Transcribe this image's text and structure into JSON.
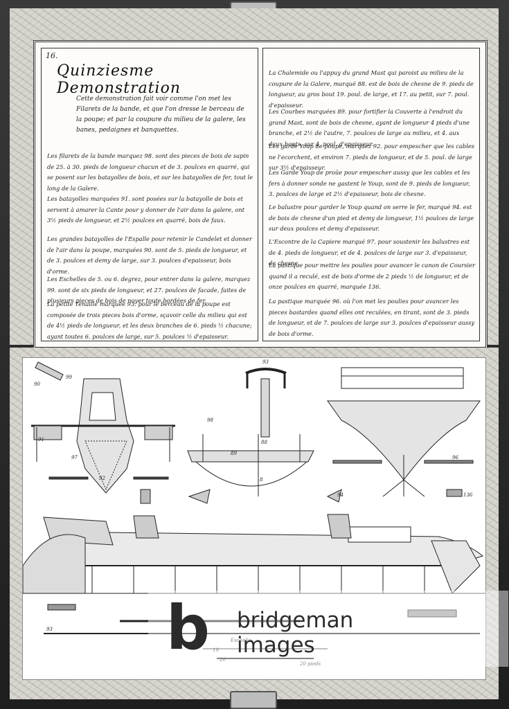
{
  "page": {
    "number": "16.",
    "title": "Quinziesme Demonstration",
    "intro": "Cette demonstration fait voir comme l'on met les Filarets de la bande, et que l'on dresse le berceau de la poupe; et par la coupure du milieu de la galere, les banes, pedaignes et banquettes."
  },
  "left_paragraphs": [
    "Les filarets de la bande marquez 98. sont des pieces de bois de sapin de 25. à 30. pieds de longueur chacun et de 3. poulces en quarré, qui se posent sur les batayolles de bois, et sur les batayolles de fer, tout le long de la Galere.",
    "Les batayolles marquées 91. sont posées sur la batayolle de bois et servent à amarer la Cante pour y donner de l'air dans la galere, ont 3½ pieds de longueur, et 2½ poulces en quarré, bois de faux.",
    "Les grandes batayolles de l'Espalle pour retenir le Candelet et donner de l'air dans la poupe, marquées 90. sont de 5. pieds de longueur, et de 3. poulces et demy de large, sur 3. poulces d'epaisseur, bois d'orme.",
    "Les Eschelles de 5. ou 6. degrez, pour entrer dans la galere, marquez 99. sont de six pieds de longueur, et 27. poulces de facade, faites de plusieurs pieces de bois de noyer toute bordées de fer.",
    "La petite Tenaille marquée 93. pour le berceau de la poupe est composée de trois pieces bois d'orme, sçavoir celle du milieu qui est de 4½ pieds de longueur, et les deux branches de 6. pieds ½ chacune; ayant toutes 6. poulces de large, sur 5. poulces ½ d'epaisseur."
  ],
  "right_paragraphs": [
    "La Chalemide ou l'appuy du grand Mast qui paroist au milieu de la coupure de la Galere, marqué 88. est de bois de chesne de 9. pieds de longueur, au gros bout 19. poul. de large, et 17. au petit, sur 7. poul. d'epaisseur.",
    "Les Courbes marquées 89. pour fortifier la Couverte à l'endroit du grand Mast, sont de bois de chesne, ayant de longueur 4 pieds d'une branche, et 2½ de l'autre, 7. poulces de large au milieu, et 4. aux deux bouts, sur 4. poul. d'epaisseur.",
    "Les garde Youp de poupe, marquez 92. pour empescher que les cables ne l'ecorchent, et environ 7. pieds de longueur, et de 5. poul. de large sur 3½ d'epaisseur.",
    "Les Garde Youp de proüe pour empescher aussy que les cables et les fers à donner sonde ne gastent le Youp, sont de 9. pieds de longueur, 3. poulces de large et 2½ d'epaisseur, bois de chesne.",
    "Le balustre pour garder le Youp quand on serre le fer, marqué 94. est de bois de chesne d'un pied et demy de longueur, 1½ poulces de large sur deux poulces et demy d'epaisseur.",
    "L'Escontre de la Capiere marqué 97. pour soustenir les balustres est de 4. pieds de longueur, et de 4. poulces de large sur 3. d'epaisseur, de chesne.",
    "La pastique pour mettre les poulies pour avancer le canon de Coursier quand il a reculé, est de bois d'orme de 2 pieds ½ de longueur, et de onze poulces en quarré, marquée 136.",
    "La pastique marquée 96. où l'on met les poulies pour avancer les pieces bastardes quand elles ont reculées, en tirant, sont de 3. pieds de longueur, et de 7. poulces de large sur 3. poulces d'epaisseur aussy de bois d'orme."
  ],
  "plate": {
    "labels": [
      "99",
      "90",
      "92",
      "91",
      "97",
      "98",
      "93",
      "88",
      "89",
      "8",
      "94",
      "96",
      "136",
      "19",
      "20",
      "93"
    ],
    "scale_label": "Eschelle",
    "scale_unit": "20 pieds"
  },
  "watermark": {
    "logo": "b",
    "line1": "bridgeman",
    "line2": "images"
  }
}
